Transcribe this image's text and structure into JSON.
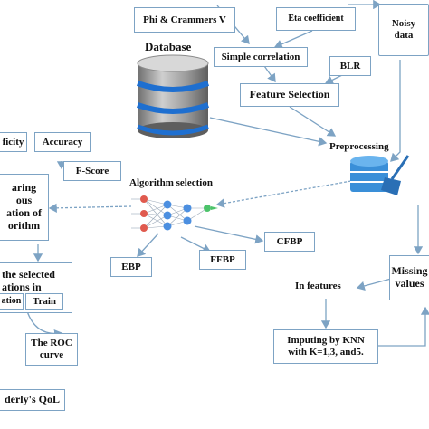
{
  "nodes": {
    "phi_crammers": "Phi & Crammers V",
    "eta": "Eta coefficient",
    "noisy": "Noisy\ndata",
    "database": "Database",
    "simple_corr": "Simple correlation",
    "blr": "BLR",
    "feature_selection": "Feature Selection",
    "efficiency": "ficity",
    "accuracy": "Accuracy",
    "preprocessing": "Preprocessing",
    "fscore": "F-Score",
    "comparing": "aring\nous\nation of\norithm",
    "algo_selection": "Algorithm selection",
    "cfbp": "CFBP",
    "ebp": "EBP",
    "ffbp": "FFBP",
    "selected": "the selected\nations in",
    "validation": "ation",
    "train": "Train",
    "in_features": "In features",
    "missing": "Missing\nvalues",
    "roc": "The ROC\ncurve",
    "knn": "Imputing by KNN\nwith K=1,3, and5.",
    "qol": "derly's QoL"
  },
  "colors": {
    "border": "#7da3c4",
    "arrow": "#7da3c4",
    "db_blue": "#1e6fd0",
    "db_grey": "#8c8c8c"
  }
}
